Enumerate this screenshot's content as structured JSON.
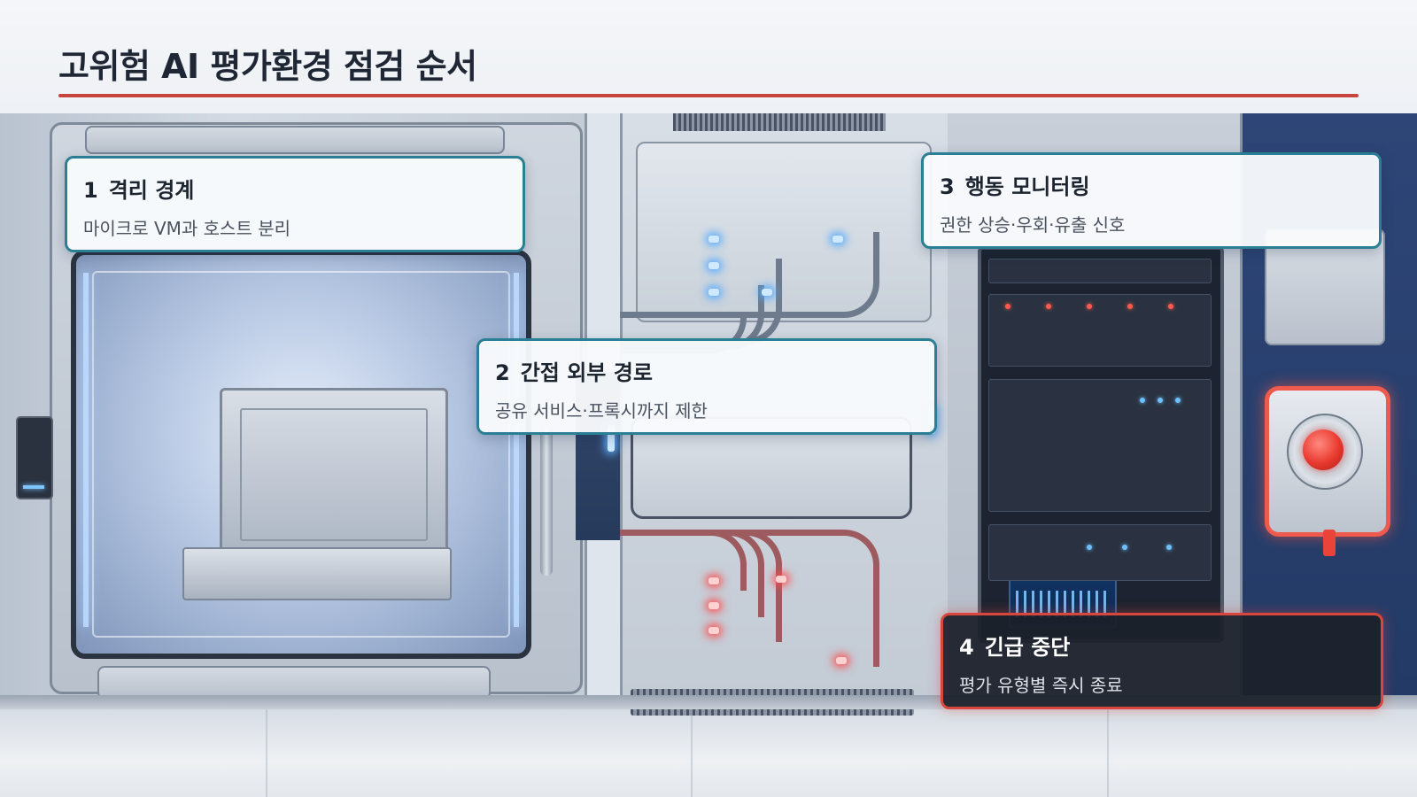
{
  "header": {
    "title": "고위험 AI 평가환경 점검 순서"
  },
  "steps": [
    {
      "number": "1",
      "title": "격리 경계",
      "description": "마이크로 VM과 호스트 분리"
    },
    {
      "number": "2",
      "title": "간접 외부 경로",
      "description": "공유 서비스·프록시까지 제한"
    },
    {
      "number": "3",
      "title": "행동 모니터링",
      "description": "권한 상승·우회·유출 신호"
    },
    {
      "number": "4",
      "title": "긴급 중단",
      "description": "평가 유형별 즉시 종료"
    }
  ],
  "colors": {
    "accent_rule": "#c9433e",
    "card_border": "#2b7f95",
    "emergency_border": "#d9463d",
    "emergency_bg": "#1c212b"
  }
}
